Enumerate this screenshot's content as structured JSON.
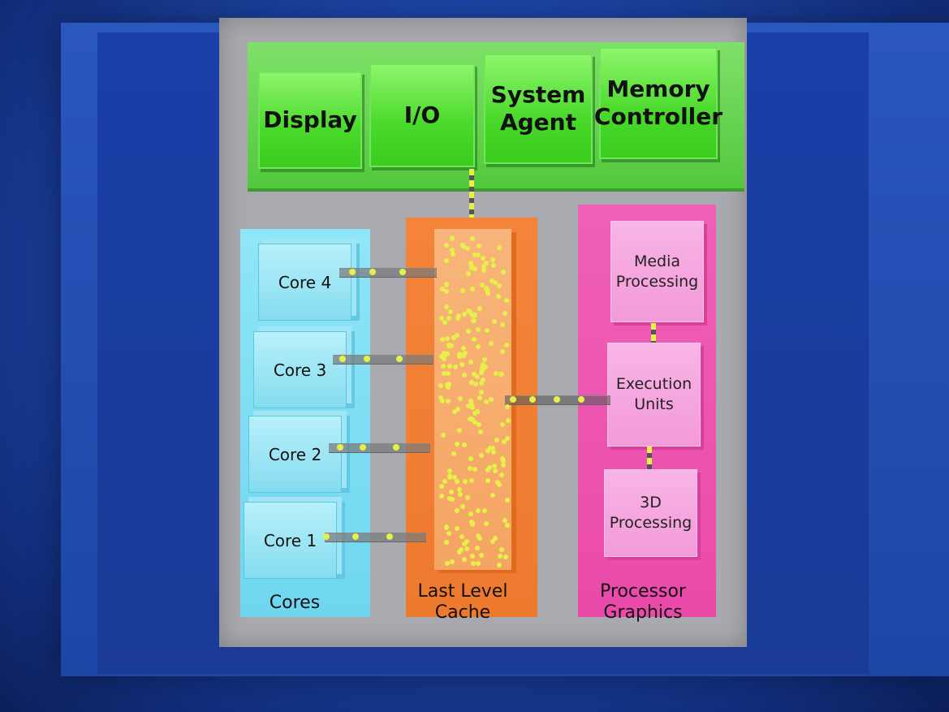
{
  "uncore": {
    "display": "Display",
    "io": "I/O",
    "system_agent": "System\nAgent",
    "memory_controller": "Memory\nController"
  },
  "cores": {
    "label": "Cores",
    "items": [
      "Core 4",
      "Core 3",
      "Core 2",
      "Core 1"
    ]
  },
  "cache": {
    "label": "Last Level\nCache"
  },
  "graphics": {
    "label": "Processor\nGraphics",
    "blocks": [
      "Media\nProcessing",
      "Execution\nUnits",
      "3D\nProcessing"
    ]
  },
  "colors": {
    "uncore": "#4fd92d",
    "cores": "#7fdcf2",
    "cache": "#f07f33",
    "graphics": "#ee52b0",
    "chip": "#a9aab0",
    "background": "#1d46a8"
  }
}
